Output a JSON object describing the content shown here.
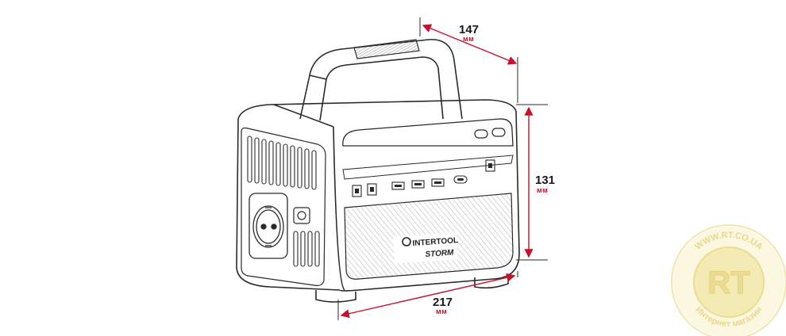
{
  "dimensions": {
    "depth": {
      "value": "147",
      "unit": "мм"
    },
    "height": {
      "value": "131",
      "unit": "мм"
    },
    "width": {
      "value": "217",
      "unit": "мм"
    }
  },
  "product": {
    "brand": "INTERTOOL",
    "model": "STORM"
  },
  "watermark": {
    "letters": "RT",
    "top_text": "WWW.RT.CO.UA",
    "bottom_text": "Интернет магазин"
  },
  "colors": {
    "dimension_line": "#c8102e",
    "outline": "#2a2a2a",
    "watermark": "#e9d680"
  }
}
